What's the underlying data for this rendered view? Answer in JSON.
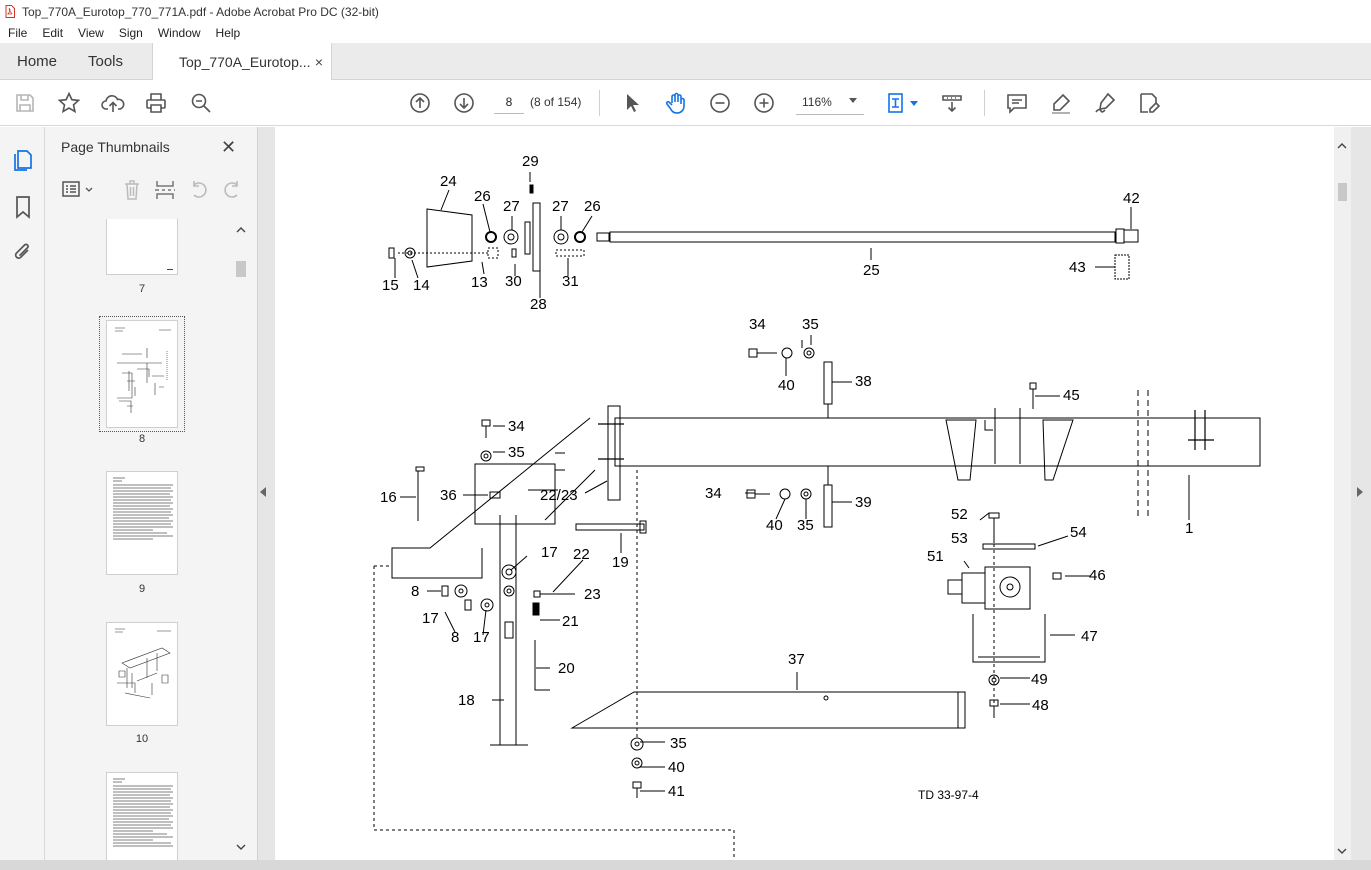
{
  "window": {
    "title": "Top_770A_Eurotop_770_771A.pdf - Adobe Acrobat Pro DC (32-bit)"
  },
  "menu": [
    "File",
    "Edit",
    "View",
    "Sign",
    "Window",
    "Help"
  ],
  "tabs": {
    "home": "Home",
    "tools": "Tools",
    "document": "Top_770A_Eurotop...",
    "close": "×"
  },
  "toolbar": {
    "page_value": "8",
    "page_count": "(8 of 154)",
    "zoom": "116%",
    "icons": [
      "save-icon",
      "bookmark-star-icon",
      "upload-icon",
      "print-icon",
      "zoom-search-icon",
      "page-up-icon",
      "page-down-icon",
      "select-cursor-icon",
      "hand-icon",
      "zoom-out-icon",
      "zoom-in-icon",
      "page-view-icon",
      "scroll-mode-icon",
      "comment-icon",
      "highlight-icon",
      "sign-icon",
      "edit-pdf-icon"
    ]
  },
  "thumbnails": {
    "title": "Page Thumbnails",
    "close": "✕",
    "pages": [
      "7",
      "8",
      "9",
      "10"
    ],
    "selected": "8"
  },
  "drawing": {
    "part_numbers": [
      "24",
      "29",
      "26",
      "27",
      "27",
      "26",
      "42",
      "15",
      "14",
      "13",
      "30",
      "28",
      "31",
      "25",
      "43",
      "34",
      "35",
      "40",
      "38",
      "45",
      "34",
      "35",
      "16",
      "36",
      "22/23",
      "34",
      "40",
      "35",
      "39",
      "1",
      "52",
      "53",
      "54",
      "51",
      "46",
      "17",
      "22",
      "19",
      "8",
      "23",
      "17",
      "8",
      "17",
      "21",
      "20",
      "18",
      "47",
      "37",
      "49",
      "48",
      "35",
      "40",
      "41"
    ],
    "reference": "TD 33-97-4"
  },
  "colors": {
    "accent": "#1473e6",
    "tab_bg": "#ebebeb",
    "panel_bg": "#f4f4f4",
    "doc_bg": "#e6e6e6",
    "pdf_icon_red": "#d4341f"
  }
}
